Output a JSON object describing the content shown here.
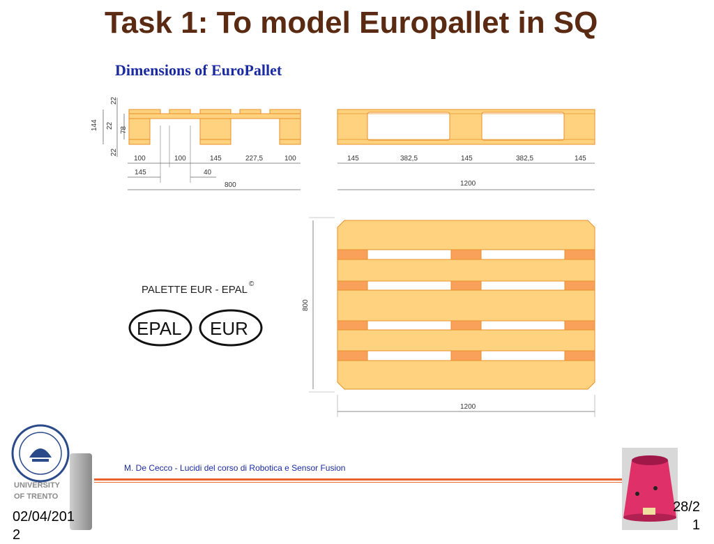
{
  "slide": {
    "title": "Task 1: To model Europallet in SQ",
    "subtitle": "Dimensions of EuroPallet",
    "footer": "M. De Cecco - Lucidi del corso di Robotica e Sensor Fusion",
    "date": "02/04/2012",
    "page": "28/21"
  },
  "logo": {
    "university": "UNIVERSITY",
    "of": "OF TRENTO",
    "caption": "PALETTE EUR - EPAL",
    "copyright": "©",
    "badge1": "EPAL",
    "badge2": "EUR"
  },
  "drawing": {
    "side_view": {
      "heights": [
        "22",
        "144",
        "22",
        "78",
        "22"
      ],
      "row1": [
        "100",
        "100",
        "145",
        "227,5",
        "100"
      ],
      "row2": [
        "145",
        "40"
      ],
      "total": "800"
    },
    "front_view": {
      "row1": [
        "145",
        "382,5",
        "145",
        "382,5",
        "145"
      ],
      "total": "1200"
    },
    "top_view": {
      "width": "1200",
      "height": "800"
    }
  },
  "colors": {
    "wood": "#FFD27F",
    "block": "#F9A05A",
    "outline": "#E8902A",
    "title": "#5A2A12",
    "subtitle": "#1A2AA0",
    "accent_line": "#E8602A"
  }
}
